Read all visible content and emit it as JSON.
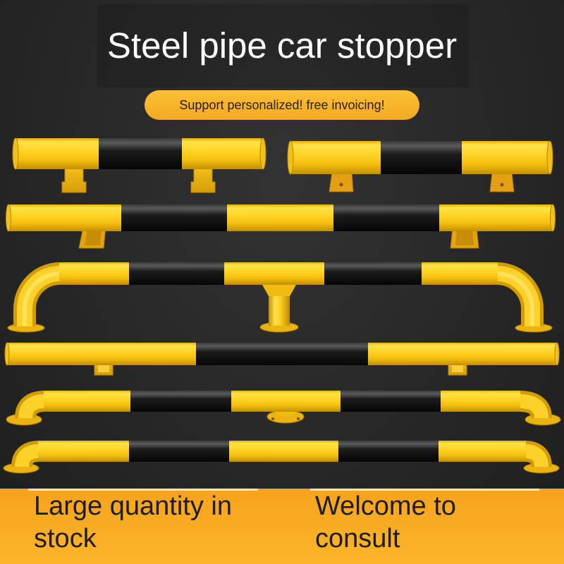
{
  "header": {
    "title": "Steel pipe car stopper",
    "badge": "Support personalized! free invoicing!"
  },
  "footer": {
    "left_text": "Large quantity in stock",
    "right_text": "Welcome to consult"
  },
  "colors": {
    "background": "#262626",
    "accent_orange": "#f7b12a",
    "pipe_yellow": "#f5c518",
    "stripe_black": "#141414",
    "title_text": "#ffffff"
  }
}
